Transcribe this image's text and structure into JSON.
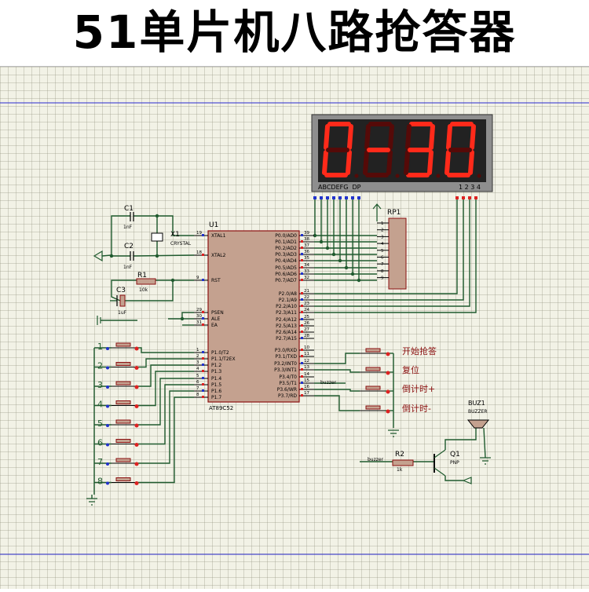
{
  "title": "51单片机八路抢答器",
  "display": {
    "digits": [
      "0",
      "-",
      "3",
      "0"
    ],
    "seg_pins_label": "ABCDEFG  DP",
    "com_pins_label": "1 2 3 4"
  },
  "mcu": {
    "ref": "U1",
    "part": "AT89C52",
    "pins_left": [
      {
        "num": "19",
        "name": "XTAL1"
      },
      {
        "num": "18",
        "name": "XTAL2"
      },
      {
        "num": "9",
        "name": "RST"
      },
      {
        "num": "29",
        "name": "PSEN"
      },
      {
        "num": "30",
        "name": "ALE"
      },
      {
        "num": "31",
        "name": "EA"
      },
      {
        "num": "1",
        "name": "P1.0/T2"
      },
      {
        "num": "2",
        "name": "P1.1/T2EX"
      },
      {
        "num": "3",
        "name": "P1.2"
      },
      {
        "num": "4",
        "name": "P1.3"
      },
      {
        "num": "5",
        "name": "P1.4"
      },
      {
        "num": "6",
        "name": "P1.5"
      },
      {
        "num": "7",
        "name": "P1.6"
      },
      {
        "num": "8",
        "name": "P1.7"
      }
    ],
    "pins_right": [
      {
        "num": "39",
        "name": "P0.0/AD0"
      },
      {
        "num": "38",
        "name": "P0.1/AD1"
      },
      {
        "num": "37",
        "name": "P0.2/AD2"
      },
      {
        "num": "36",
        "name": "P0.3/AD3"
      },
      {
        "num": "35",
        "name": "P0.4/AD4"
      },
      {
        "num": "34",
        "name": "P0.5/AD5"
      },
      {
        "num": "33",
        "name": "P0.6/AD6"
      },
      {
        "num": "32",
        "name": "P0.7/AD7"
      },
      {
        "num": "21",
        "name": "P2.0/A8"
      },
      {
        "num": "22",
        "name": "P2.1/A9"
      },
      {
        "num": "23",
        "name": "P2.2/A10"
      },
      {
        "num": "24",
        "name": "P2.3/A11"
      },
      {
        "num": "25",
        "name": "P2.4/A12"
      },
      {
        "num": "26",
        "name": "P2.5/A13"
      },
      {
        "num": "27",
        "name": "P2.6/A14"
      },
      {
        "num": "28",
        "name": "P2.7/A15"
      },
      {
        "num": "10",
        "name": "P3.0/RXD"
      },
      {
        "num": "11",
        "name": "P3.1/TXD"
      },
      {
        "num": "12",
        "name": "P3.2/INT0"
      },
      {
        "num": "13",
        "name": "P3.3/INT1"
      },
      {
        "num": "14",
        "name": "P3.4/T0"
      },
      {
        "num": "15",
        "name": "P3.5/T1"
      },
      {
        "num": "16",
        "name": "P3.6/WR"
      },
      {
        "num": "17",
        "name": "P3.7/RD"
      }
    ]
  },
  "components": {
    "c1": {
      "ref": "C1",
      "value": "1nF"
    },
    "c2": {
      "ref": "C2",
      "value": "1nF"
    },
    "c3": {
      "ref": "C3",
      "value": "1uF"
    },
    "x1": {
      "ref": "X1",
      "value": "CRYSTAL"
    },
    "r1": {
      "ref": "R1",
      "value": "10k"
    },
    "r2": {
      "ref": "R2",
      "value": "1k"
    },
    "rp1": {
      "ref": "RP1",
      "pins": [
        "1",
        "2",
        "3",
        "4",
        "5",
        "6",
        "7",
        "8",
        "9"
      ]
    },
    "q1": {
      "ref": "Q1",
      "value": "PNP"
    },
    "buz1": {
      "ref": "BUZ1",
      "value": "BUZZER"
    }
  },
  "buttons": [
    "1",
    "2",
    "3",
    "4",
    "5",
    "6",
    "7",
    "8"
  ],
  "control_buttons": [
    "开始抢答",
    "复位",
    "倒计时+",
    "倒计时-"
  ],
  "net_labels": {
    "buzzer_out": "buzzer",
    "buzzer_in": "buzzer"
  },
  "colors": {
    "wire": "#1f5a2e",
    "body": "#c4a18f",
    "outline": "#8b1010",
    "pin_blue": "#2233cc",
    "pin_red": "#dd2222",
    "segment_on": "#ff2a1a",
    "segment_off": "#550a08"
  }
}
